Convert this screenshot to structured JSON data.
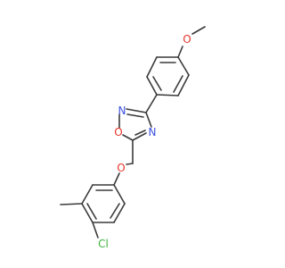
{
  "molecule": {
    "atoms": {
      "oxygen_methoxy": "O",
      "ring_oxygen": "O",
      "ring_nitrogen_top": "N",
      "ring_nitrogen_bottom": "N",
      "ether_oxygen": "O",
      "chlorine": "Cl"
    },
    "colors": {
      "bond": "#3a3a3a",
      "oxygen": "#e8332a",
      "nitrogen": "#3b4fe0",
      "chlorine": "#3fb43f"
    }
  }
}
